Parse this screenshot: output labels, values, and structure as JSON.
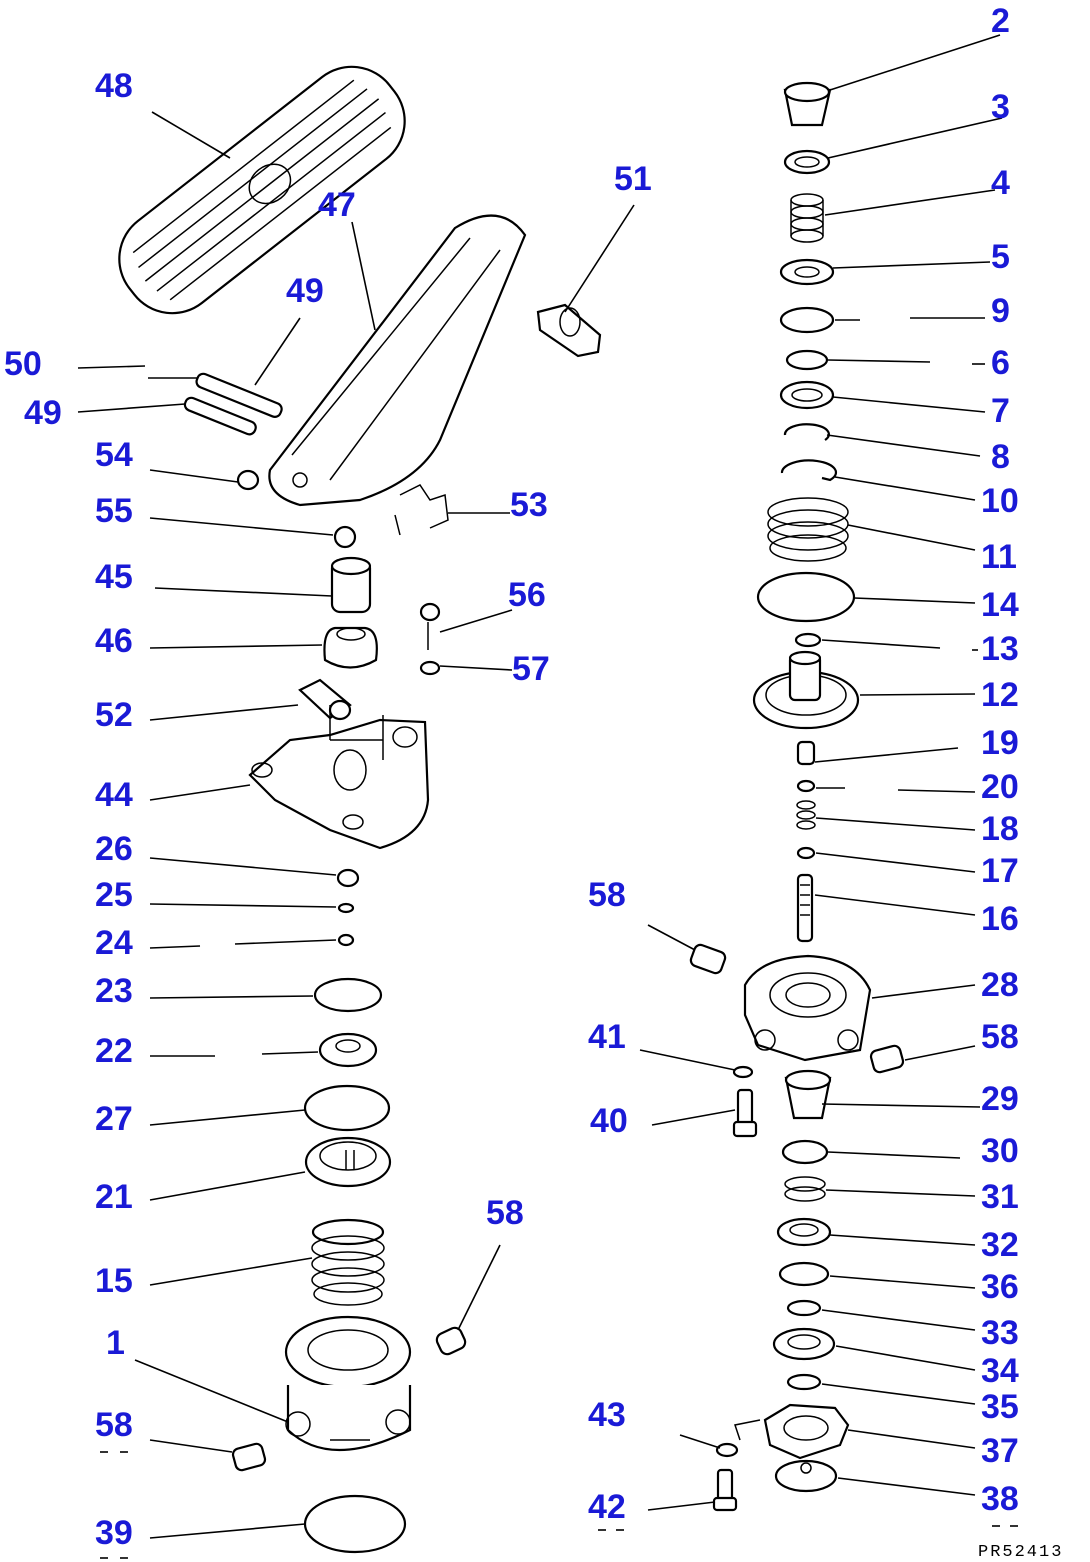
{
  "drawing_code": "PR52413",
  "callouts": [
    {
      "id": "c2",
      "num": "2"
    },
    {
      "id": "c3",
      "num": "3"
    },
    {
      "id": "c4",
      "num": "4"
    },
    {
      "id": "c5",
      "num": "5"
    },
    {
      "id": "c9",
      "num": "9"
    },
    {
      "id": "c6",
      "num": "6"
    },
    {
      "id": "c7",
      "num": "7"
    },
    {
      "id": "c8",
      "num": "8"
    },
    {
      "id": "c10",
      "num": "10"
    },
    {
      "id": "c11",
      "num": "11"
    },
    {
      "id": "c14",
      "num": "14"
    },
    {
      "id": "c13",
      "num": "13"
    },
    {
      "id": "c12",
      "num": "12"
    },
    {
      "id": "c19",
      "num": "19"
    },
    {
      "id": "c20",
      "num": "20"
    },
    {
      "id": "c18",
      "num": "18"
    },
    {
      "id": "c17",
      "num": "17"
    },
    {
      "id": "c16",
      "num": "16"
    },
    {
      "id": "c28",
      "num": "28"
    },
    {
      "id": "c58a",
      "num": "58"
    },
    {
      "id": "c58b",
      "num": "58"
    },
    {
      "id": "c41",
      "num": "41"
    },
    {
      "id": "c40",
      "num": "40"
    },
    {
      "id": "c29",
      "num": "29"
    },
    {
      "id": "c30",
      "num": "30"
    },
    {
      "id": "c31",
      "num": "31"
    },
    {
      "id": "c32",
      "num": "32"
    },
    {
      "id": "c36",
      "num": "36"
    },
    {
      "id": "c33",
      "num": "33"
    },
    {
      "id": "c34",
      "num": "34"
    },
    {
      "id": "c35",
      "num": "35"
    },
    {
      "id": "c43",
      "num": "43"
    },
    {
      "id": "c37",
      "num": "37"
    },
    {
      "id": "c42",
      "num": "42"
    },
    {
      "id": "c38",
      "num": "38"
    },
    {
      "id": "c48",
      "num": "48"
    },
    {
      "id": "c47",
      "num": "47"
    },
    {
      "id": "c51",
      "num": "51"
    },
    {
      "id": "c49a",
      "num": "49"
    },
    {
      "id": "c50",
      "num": "50"
    },
    {
      "id": "c49b",
      "num": "49"
    },
    {
      "id": "c54",
      "num": "54"
    },
    {
      "id": "c53",
      "num": "53"
    },
    {
      "id": "c55",
      "num": "55"
    },
    {
      "id": "c45",
      "num": "45"
    },
    {
      "id": "c56",
      "num": "56"
    },
    {
      "id": "c46",
      "num": "46"
    },
    {
      "id": "c57",
      "num": "57"
    },
    {
      "id": "c52",
      "num": "52"
    },
    {
      "id": "c44",
      "num": "44"
    },
    {
      "id": "c26",
      "num": "26"
    },
    {
      "id": "c25",
      "num": "25"
    },
    {
      "id": "c24",
      "num": "24"
    },
    {
      "id": "c23",
      "num": "23"
    },
    {
      "id": "c22",
      "num": "22"
    },
    {
      "id": "c27",
      "num": "27"
    },
    {
      "id": "c21",
      "num": "21"
    },
    {
      "id": "c58c",
      "num": "58"
    },
    {
      "id": "c15",
      "num": "15"
    },
    {
      "id": "c1",
      "num": "1"
    },
    {
      "id": "c58d",
      "num": "58"
    },
    {
      "id": "c39",
      "num": "39"
    }
  ]
}
